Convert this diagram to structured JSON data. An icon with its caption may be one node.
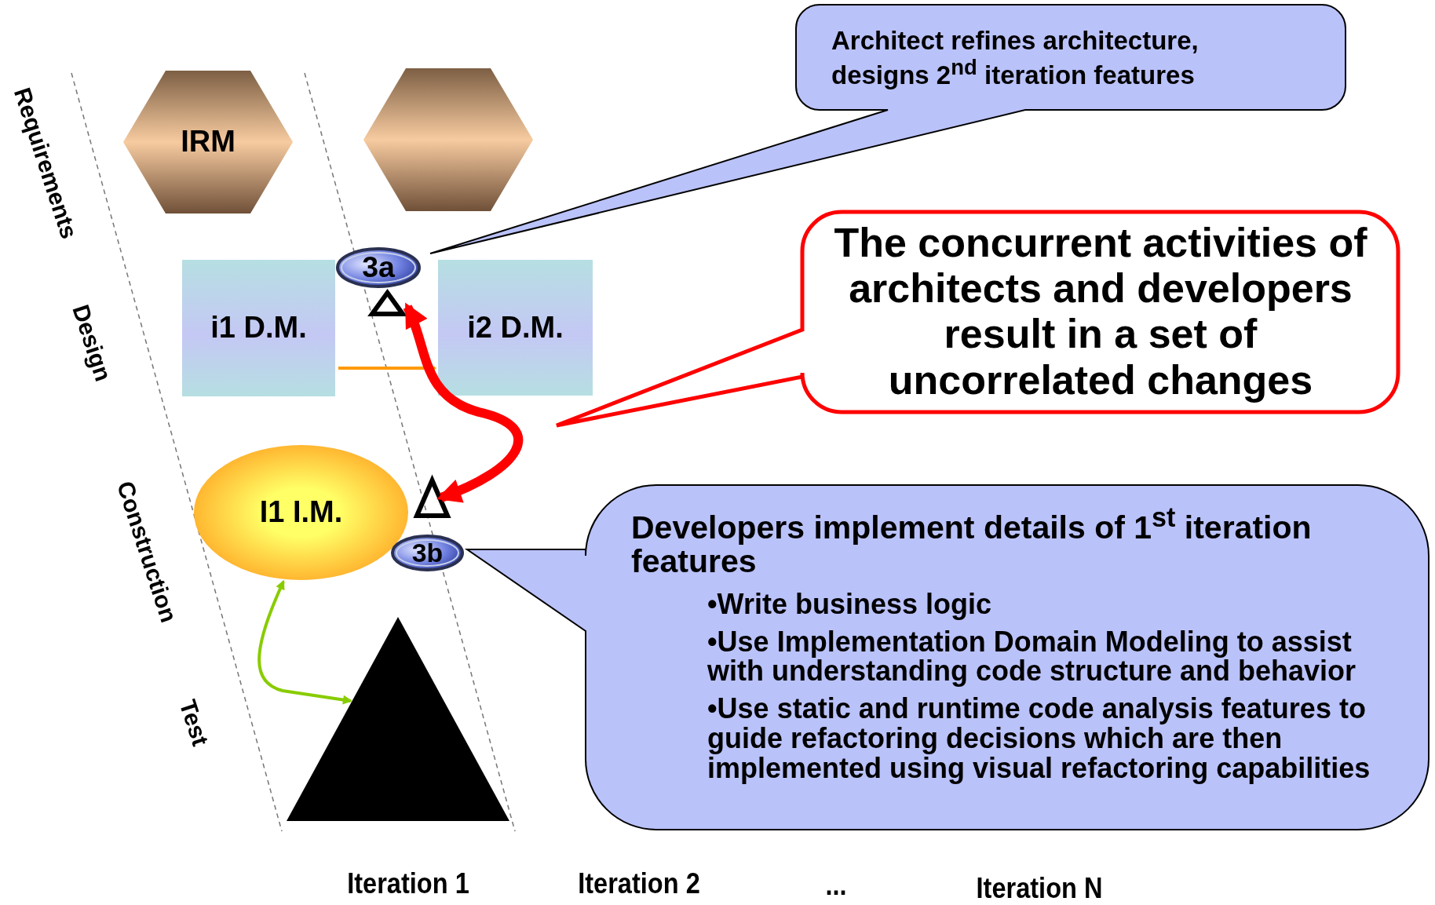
{
  "diagram": {
    "nodes": [
      {
        "text": [
          "IRM"
        ]
      },
      {
        "text": [],
        "shape": "hexagon"
      },
      {
        "text": [
          "Architect refines architecture, designs 2$^{nd}$ iteration features"
        ]
      },
      {
        "text": [
          "3a"
        ]
      },
      {
        "text": [
          "i1 D.M."
        ]
      },
      {
        "text": [
          "i2 D.M."
        ]
      },
      {
        "text": [
          "The concurrent activities of architects and developers result in a set of uncorrelated changes"
        ]
      },
      {
        "text": [],
        "shape": "triangle"
      },
      {
        "text": [
          "I1 I.M."
        ]
      },
      {
        "text": [],
        "shape": "triangle"
      },
      {
        "text": [
          "3b"
        ]
      },
      {
        "text": [
          "Developers implement details of 1$^{st}$ iteration features",
          "•Write business logic",
          "•Use Implementation Domain Modeling to assist with understanding code structure and behavior",
          "•Use static and runtime code analysis features to guide refactoring decisions which are then implemented using visual refactoring capabilities"
        ]
      },
      {
        "text": [],
        "shape": "triangle"
      }
    ],
    "edges": [
      {
        "from": 4,
        "to": 5,
        "arrow": "to",
        "color": "#ff9900"
      },
      {
        "from": 7,
        "to": 9,
        "arrow": "both",
        "style": "thick",
        "color": "#ff0000"
      },
      {
        "from": 8,
        "to": 12,
        "arrow": "both",
        "color": "#88cc00"
      }
    ],
    "labels": [
      "Requirements",
      "Design",
      "Construction",
      "Test",
      "Iteration 1",
      "Iteration 2",
      "...",
      "Iteration N"
    ]
  }
}
